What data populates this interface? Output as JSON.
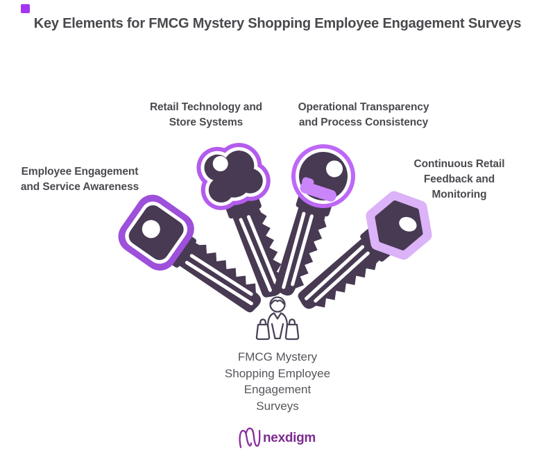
{
  "title": {
    "text": "Key Elements for FMCG Mystery Shopping Employee Engagement Surveys",
    "color": "#48484d"
  },
  "colors": {
    "body": "#473a52",
    "icon_stroke": "#4b4258",
    "accent_square": "#a435f0",
    "label_text": "#4a4a4f",
    "caption_text": "#56565c",
    "brand_mark": "#8b2d9e",
    "brand_text": "#7c2b8f"
  },
  "keys": [
    {
      "label": "Employee Engagement and Service Awareness",
      "lines": [
        "Employee Engagement",
        "and Service Awareness"
      ],
      "head_shape": "rounded-square",
      "outline": "#9d50da"
    },
    {
      "label": "Retail Technology and Store Systems",
      "lines": [
        "Retail Technology and",
        "Store Systems"
      ],
      "head_shape": "cloud",
      "outline": "#b35ced"
    },
    {
      "label": "Operational Transparency and Process Consistency",
      "lines": [
        "Operational Transparency",
        "and Process Consistency"
      ],
      "head_shape": "circle",
      "outline": "#bd68f6",
      "notch": "#cb85fa"
    },
    {
      "label": "Continuous Retail Feedback and Monitoring",
      "lines": [
        "Continuous Retail",
        "Feedback and",
        "Monitoring"
      ],
      "head_shape": "hexagon",
      "outline": "#dcb2f8"
    }
  ],
  "center": {
    "caption": "FMCG Mystery Shopping Employee Engagement Surveys",
    "caption_lines": [
      "FMCG Mystery",
      "Shopping Employee",
      "Engagement",
      "Surveys"
    ]
  },
  "footer": {
    "brand": "nexdigm"
  }
}
